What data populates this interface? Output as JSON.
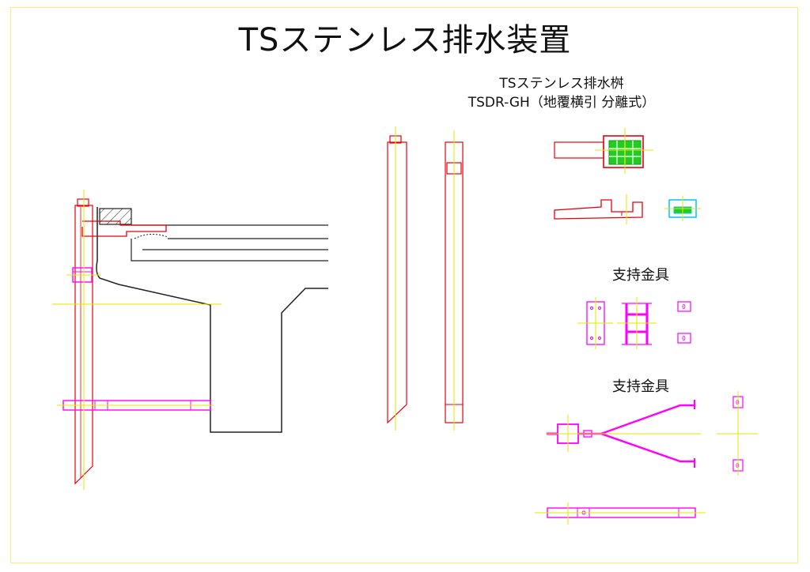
{
  "title": "TSステンレス排水装置",
  "product": {
    "name": "TSステンレス排水桝",
    "model": "TSDR-GH（地覆横引 分離式）"
  },
  "sections": [
    {
      "label": "支持金具"
    },
    {
      "label": "支持金具"
    }
  ],
  "colors": {
    "red": "#e8000b",
    "magenta": "#ff00ff",
    "yellow": "#e6e600",
    "black": "#222222",
    "green": "#22cc22",
    "cyan": "#00c8e8",
    "frame": "#f2f27a"
  },
  "icons": {
    "hatch": "concrete-hatch",
    "grating": "green-grating"
  },
  "tags": [
    "0",
    "0",
    "0",
    "0"
  ]
}
